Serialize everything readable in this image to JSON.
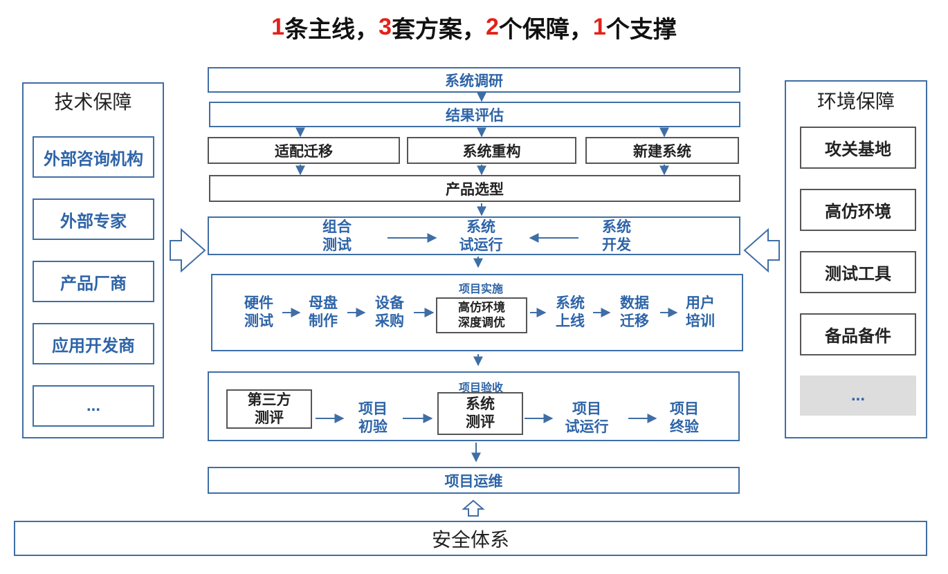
{
  "title": {
    "parts": [
      {
        "text": "1",
        "accent": true
      },
      {
        "text": "条主线，",
        "accent": false
      },
      {
        "text": "3",
        "accent": true
      },
      {
        "text": "套方案，",
        "accent": false
      },
      {
        "text": "2",
        "accent": true
      },
      {
        "text": "个保障，",
        "accent": false
      },
      {
        "text": "1",
        "accent": true
      },
      {
        "text": "个支撑",
        "accent": false
      }
    ]
  },
  "left_panel": {
    "title": "技术保障",
    "items": [
      "外部咨询机构",
      "外部专家",
      "产品厂商",
      "应用开发商",
      "..."
    ]
  },
  "right_panel": {
    "title": "环境保障",
    "items": [
      "攻关基地",
      "高仿环境",
      "测试工具",
      "备品备件",
      "..."
    ]
  },
  "flow": {
    "research": "系统调研",
    "evaluation": "结果评估",
    "options": [
      "适配迁移",
      "系统重构",
      "新建系统"
    ],
    "selection": "产品选型",
    "trial_row": {
      "left": [
        "组合",
        "测试"
      ],
      "center": [
        "系统",
        "试运行"
      ],
      "right": [
        "系统",
        "开发"
      ]
    },
    "implementation": {
      "label": "项目实施",
      "steps": [
        [
          "硬件",
          "测试"
        ],
        [
          "母盘",
          "制作"
        ],
        [
          "设备",
          "采购"
        ],
        [
          "高仿环境",
          "深度调优"
        ],
        [
          "系统",
          "上线"
        ],
        [
          "数据",
          "迁移"
        ],
        [
          "用户",
          "培训"
        ]
      ]
    },
    "acceptance": {
      "label": "项目验收",
      "steps": [
        [
          "第三方",
          "测评"
        ],
        [
          "项目",
          "初验"
        ],
        [
          "系统",
          "测评"
        ],
        [
          "项目",
          "试运行"
        ],
        [
          "项目",
          "终验"
        ]
      ]
    },
    "operations": "项目运维"
  },
  "foundation": "安全体系",
  "colors": {
    "accent_red": "#e32119",
    "blue": "#2e64a8",
    "border_blue": "#3f6ea5"
  }
}
